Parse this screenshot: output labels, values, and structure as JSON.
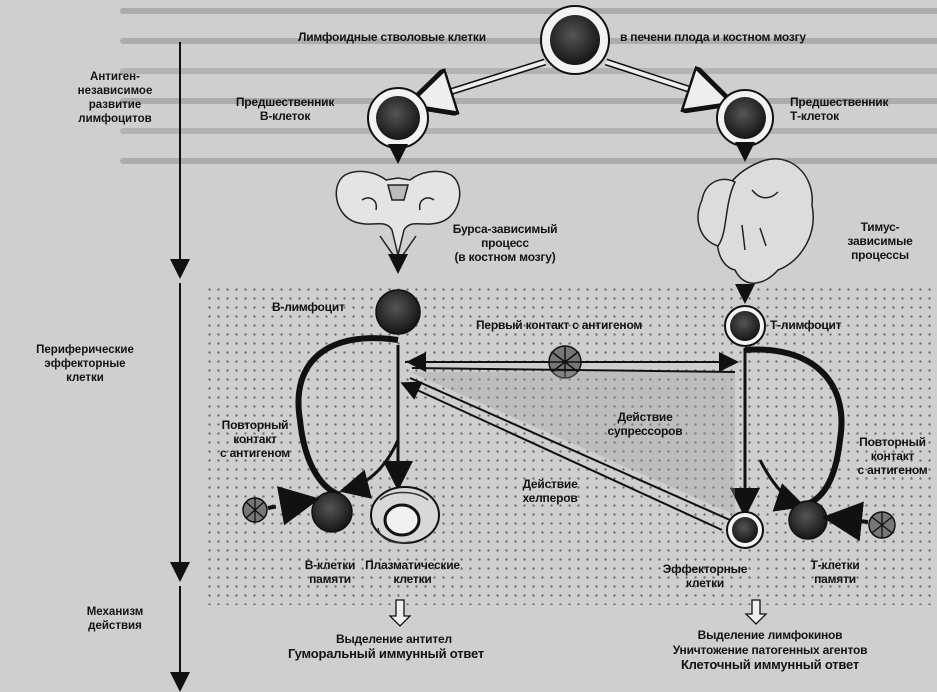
{
  "labels": {
    "stem_cells": "Лимфоидные стволовые клетки",
    "stem_location": "в печени плода и костном мозгу",
    "side_antigen_independent": "Антиген-\nнезависимое\nразвитие\nлимфоцитов",
    "b_precursor": "Предшественник\nВ-клеток",
    "t_precursor": "Предшественник\nТ-клеток",
    "bursa_process": "Бурса-зависимый\nпроцесс\n(в костном мозгу)",
    "thymus_process": "Тимус-\nзависимые\nпроцессы",
    "b_lymphocyte": "В-лимфоцит",
    "t_lymphocyte": "Т-лимфоцит",
    "first_contact": "Первый контакт с антигеном",
    "side_peripheral": "Периферические\nэффекторные\nклетки",
    "repeat_contact_left": "Повторный\nконтакт\nс антигеном",
    "repeat_contact_right": "Повторный\nконтакт\nс антигеном",
    "suppressor_action": "Действие\nсупрессоров",
    "helper_action": "Действие\nхелперов",
    "b_memory": "В-клетки\nпамяти",
    "plasma_cells": "Плазматические\nклетки",
    "effector_cells": "Эффекторные\nклетки",
    "t_memory": "Т-клетки\nпамяти",
    "side_mechanism": "Механизм\nдействия",
    "antibody_release": "Выделение антител",
    "humoral_response": "Гуморальный иммунный ответ",
    "lymphokine_release": "Выделение лимфокинов",
    "pathogen_destruction": "Уничтожение патогенных агентов",
    "cellular_response": "Клеточный иммунный ответ"
  }
}
